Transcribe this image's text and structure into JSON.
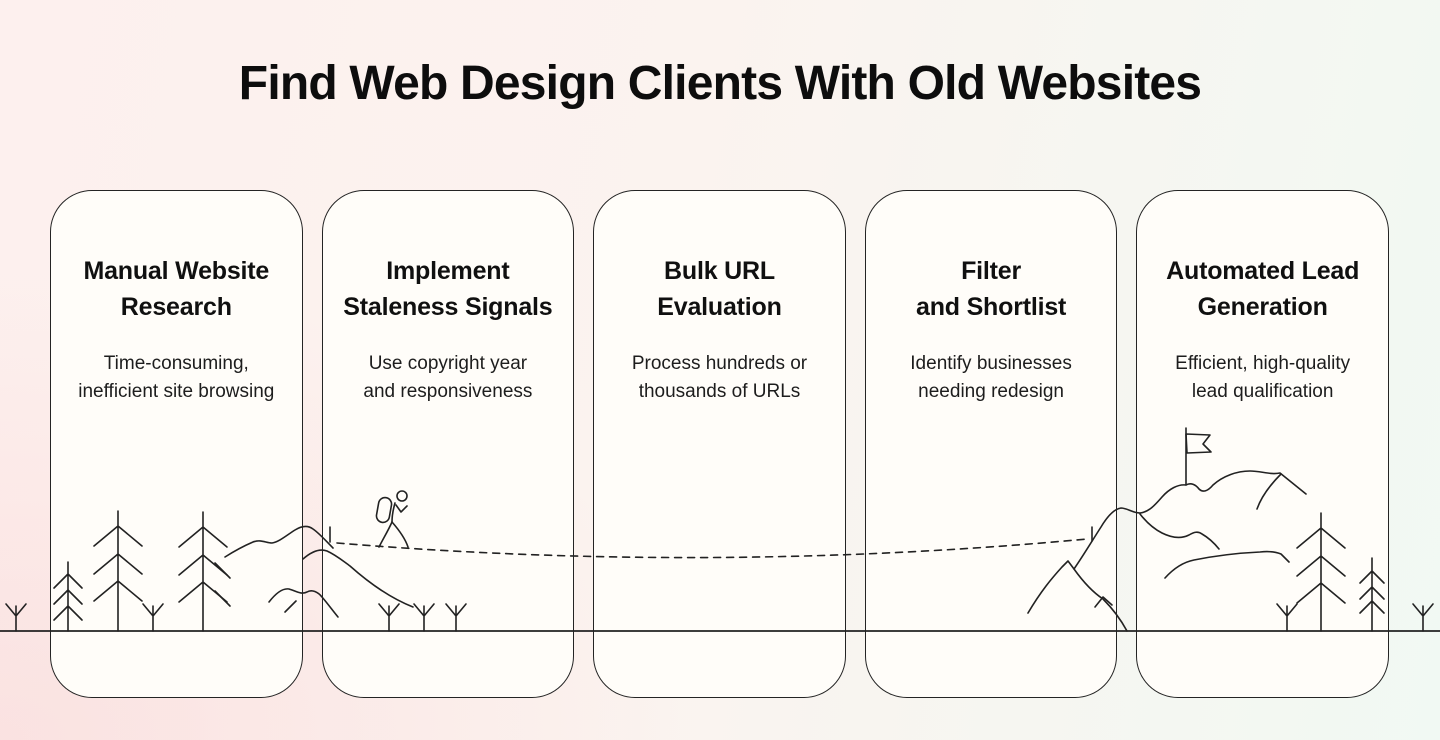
{
  "title": "Find Web Design Clients With Old Websites",
  "cards": [
    {
      "heading": "Manual Website\nResearch",
      "description": "Time-consuming,\ninefficient site browsing"
    },
    {
      "heading": "Implement\nStaleness Signals",
      "description": "Use copyright year\nand responsiveness"
    },
    {
      "heading": "Bulk URL\nEvaluation",
      "description": "Process hundreds or\nthousands of URLs"
    },
    {
      "heading": "Filter\nand Shortlist",
      "description": "Identify businesses\nneeding redesign"
    },
    {
      "heading": "Automated Lead\nGeneration",
      "description": "Efficient, high-quality\nlead qualification"
    }
  ],
  "illustration": {
    "icons": [
      "pine-tree-icon",
      "sprout-icon",
      "mountain-icon",
      "hiker-icon",
      "flag-icon",
      "trail-dashed-line",
      "ground-line"
    ]
  },
  "colors": {
    "background_left_pink": "#fbe9e8",
    "background_right_mint": "#f0f9f3",
    "card_fill": "#fffdf9",
    "ink": "#222222"
  }
}
